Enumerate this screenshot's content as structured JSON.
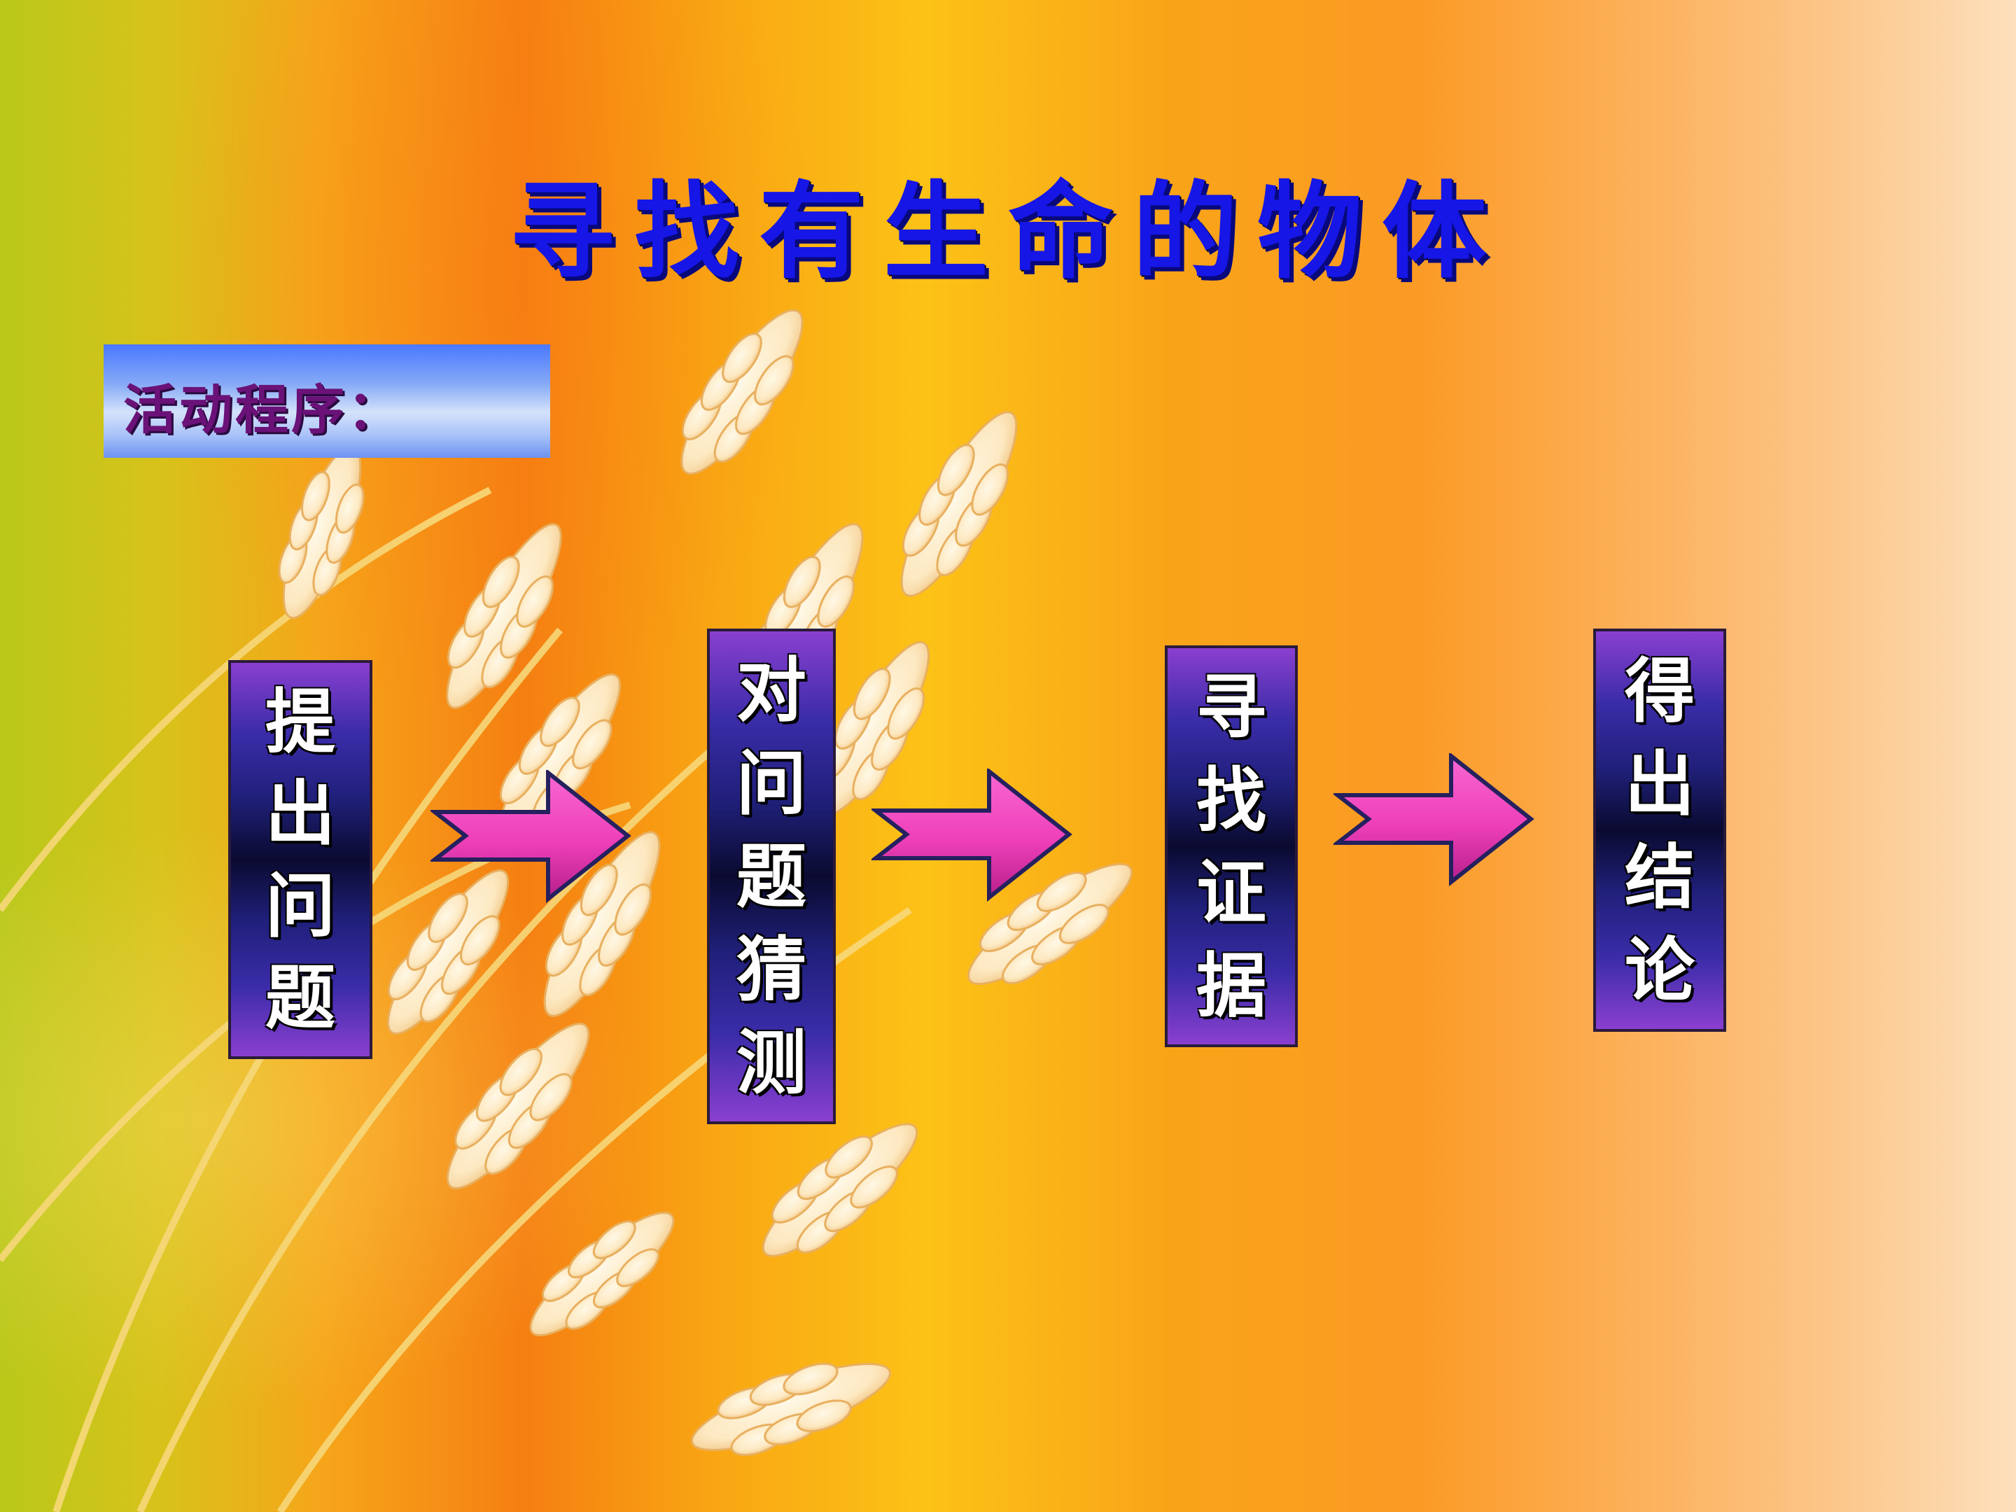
{
  "title": "寻找有生命的物体",
  "label": "活动程序：",
  "steps": [
    {
      "chars": [
        "提",
        "出",
        "问",
        "题"
      ]
    },
    {
      "chars": [
        "对",
        "问",
        "题",
        "猜",
        "测"
      ]
    },
    {
      "chars": [
        "寻",
        "找",
        "证",
        "据"
      ]
    },
    {
      "chars": [
        "得",
        "出",
        "结",
        "论"
      ]
    }
  ],
  "colors": {
    "title": "#1616e6",
    "label": "#6a1278",
    "arrow": "#f04bc6",
    "step_text": "#ffffff"
  }
}
